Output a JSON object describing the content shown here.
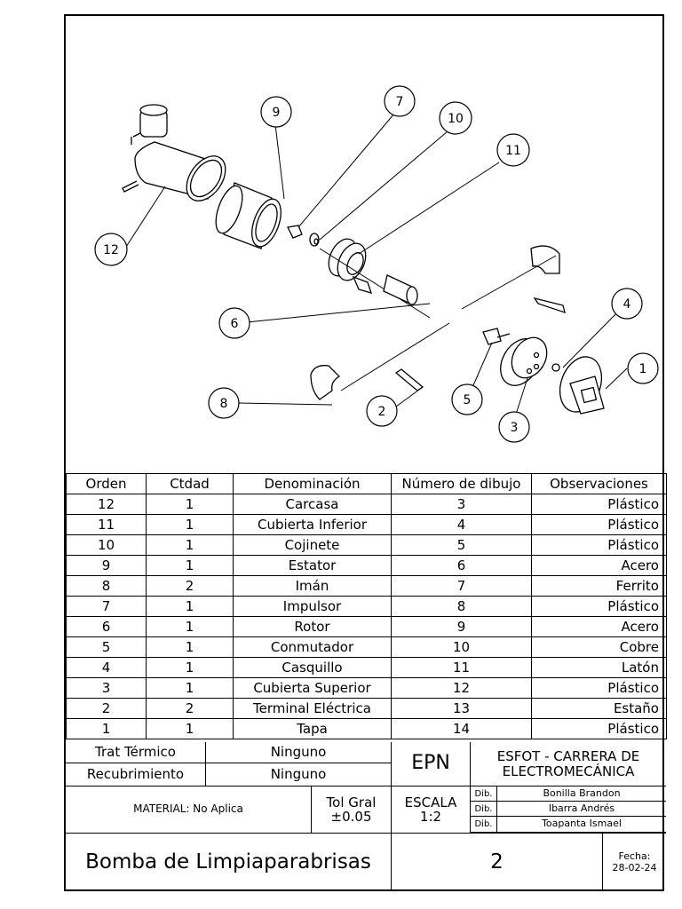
{
  "callouts": [
    "1",
    "2",
    "3",
    "4",
    "5",
    "6",
    "7",
    "8",
    "9",
    "10",
    "11",
    "12"
  ],
  "bom": {
    "headers": [
      "Orden",
      "Ctdad",
      "Denominación",
      "Número de dibujo",
      "Observaciones"
    ],
    "rows": [
      [
        "12",
        "1",
        "Carcasa",
        "3",
        "Plástico"
      ],
      [
        "11",
        "1",
        "Cubierta Inferior",
        "4",
        "Plástico"
      ],
      [
        "10",
        "1",
        "Cojinete",
        "5",
        "Plástico"
      ],
      [
        "9",
        "1",
        "Estator",
        "6",
        "Acero"
      ],
      [
        "8",
        "2",
        "Imán",
        "7",
        "Ferrito"
      ],
      [
        "7",
        "1",
        "Impulsor",
        "8",
        "Plástico"
      ],
      [
        "6",
        "1",
        "Rotor",
        "9",
        "Acero"
      ],
      [
        "5",
        "1",
        "Conmutador",
        "10",
        "Cobre"
      ],
      [
        "4",
        "1",
        "Casquillo",
        "11",
        "Latón"
      ],
      [
        "3",
        "1",
        "Cubierta Superior",
        "12",
        "Plástico"
      ],
      [
        "2",
        "2",
        "Terminal Eléctrica",
        "13",
        "Estaño"
      ],
      [
        "1",
        "1",
        "Tapa",
        "14",
        "Plástico"
      ]
    ]
  },
  "title_block": {
    "trat_label": "Trat Térmico",
    "trat_value": "Ninguno",
    "recub_label": "Recubrimiento",
    "recub_value": "Ninguno",
    "material": "MATERIAL: No Aplica",
    "tol_label": "Tol Gral",
    "tol_value": "±0.05",
    "institution": "EPN",
    "department": "ESFOT - CARRERA DE ELECTROMECÁNICA",
    "scale_label": "ESCALA",
    "scale_value": "1:2",
    "dib_label": "Dib.",
    "authors": [
      "Bonilla Brandon",
      "Ibarra Andrés",
      "Toapanta Ismael"
    ],
    "title": "Bomba de Limpiaparabrisas",
    "sheet_number": "2",
    "date_label": "Fecha:",
    "date_value": "28-02-24"
  }
}
